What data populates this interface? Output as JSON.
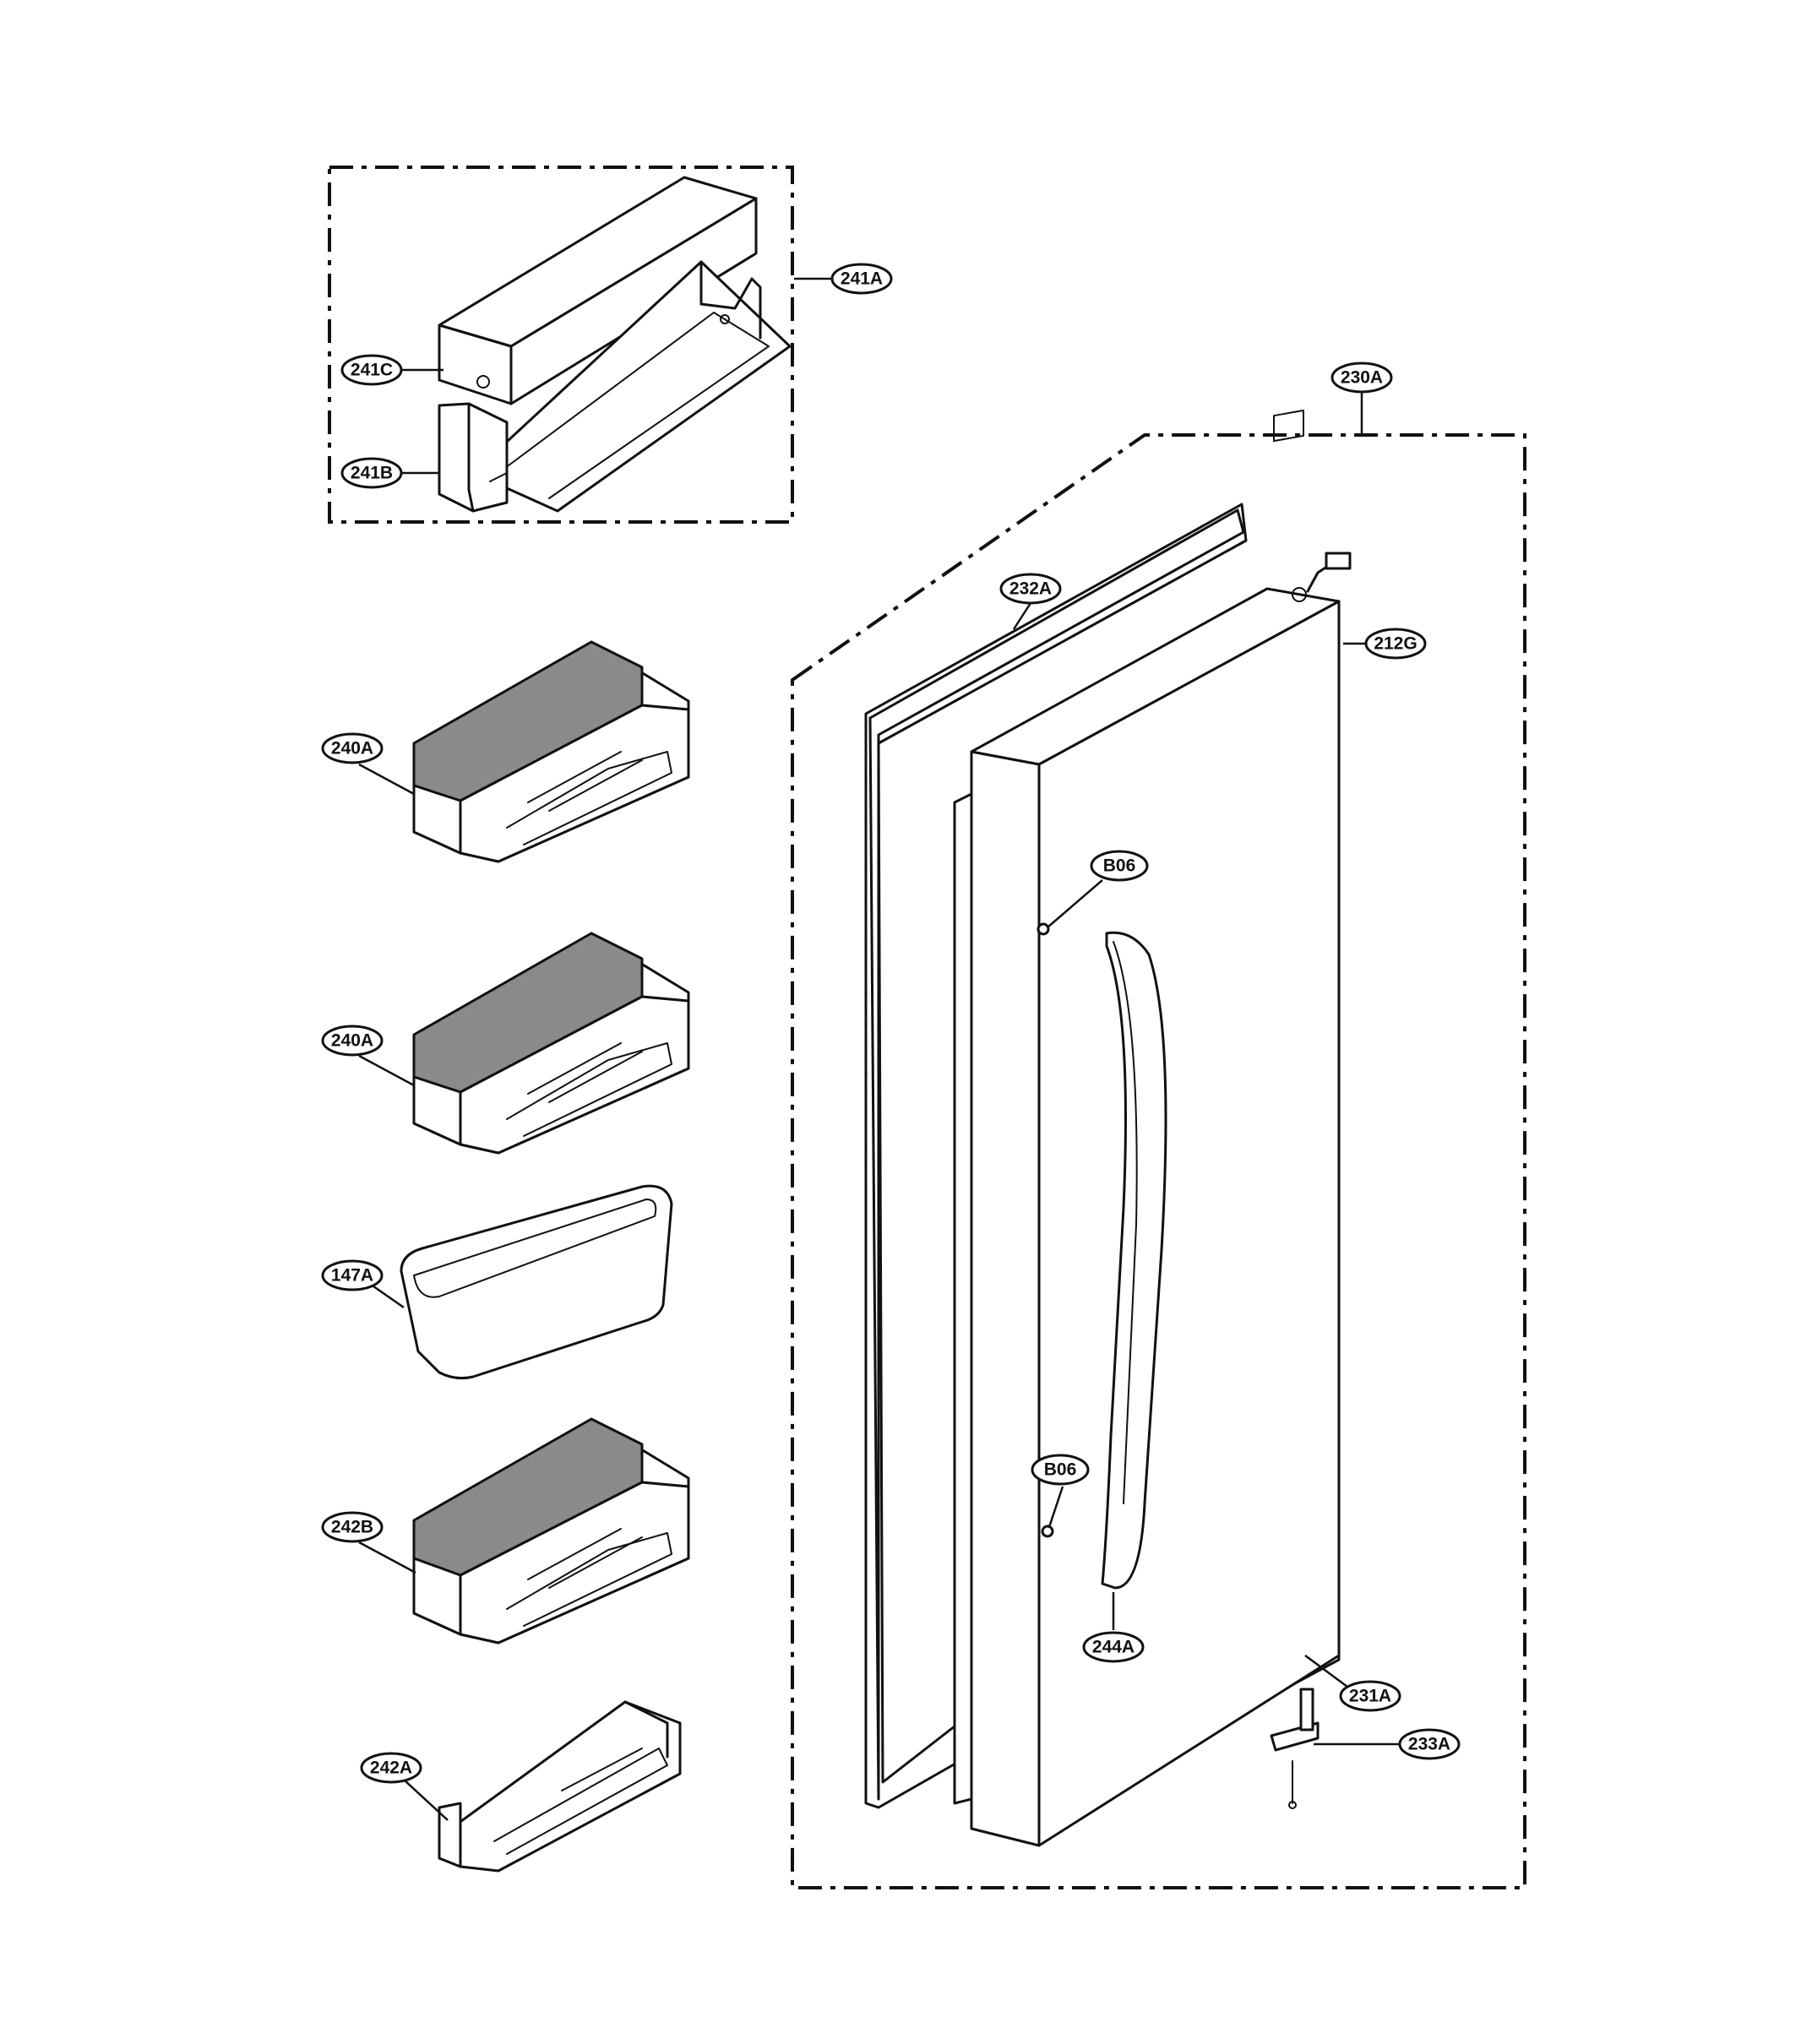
{
  "diagram": {
    "callouts": {
      "c241A": "241A",
      "c241C": "241C",
      "c241B": "241B",
      "c230A": "230A",
      "c232A": "232A",
      "c212G": "212G",
      "c240A_1": "240A",
      "c240A_2": "240A",
      "cB06_1": "B06",
      "cB06_2": "B06",
      "c147A": "147A",
      "c242B": "242B",
      "c244A": "244A",
      "c231A": "231A",
      "c233A": "233A",
      "c242A": "242A"
    }
  }
}
